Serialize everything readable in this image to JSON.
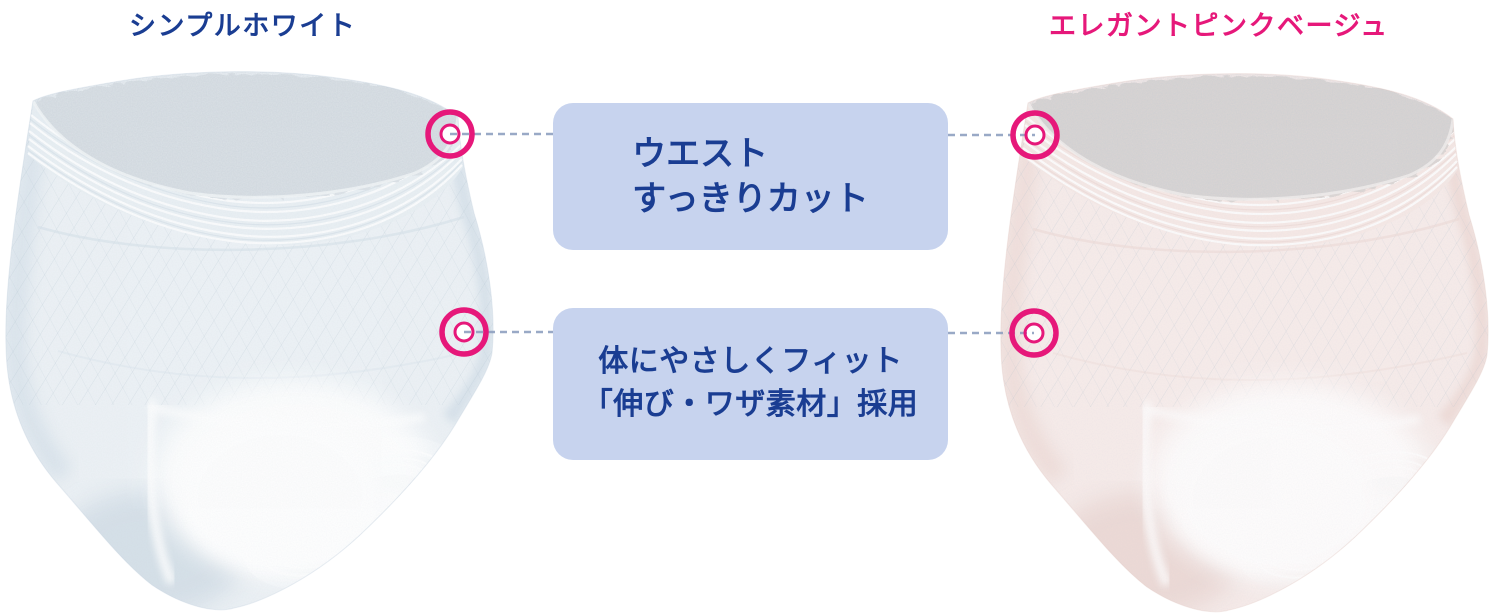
{
  "page": {
    "background": "#ffffff"
  },
  "products": [
    {
      "name": "シンプルホワイト",
      "color_theme": "white"
    },
    {
      "name": "エレガントピンクベージュ",
      "color_theme": "pink-beige"
    }
  ],
  "callouts": [
    {
      "line1": "ウエスト",
      "line2": "すっきりカット"
    },
    {
      "line1": "体にやさしくフィット",
      "line2": "「伸び・ワザ素材」採用"
    }
  ],
  "colors": {
    "title_blue": "#1a3d92",
    "title_pink": "#e6187a",
    "callout_bg": "#c7d3ee",
    "callout_text": "#1a3d92",
    "marker_ring": "#e6187a",
    "connector_dash": "#8fa0c0"
  }
}
